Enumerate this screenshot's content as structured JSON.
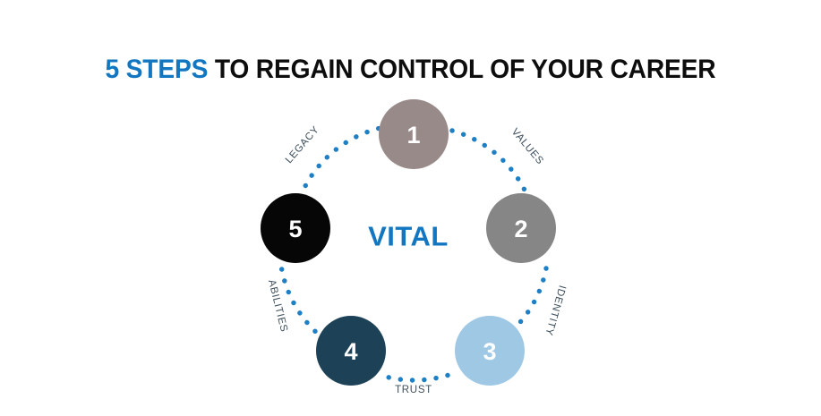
{
  "title": {
    "accent_text": "5 STEPS",
    "plain_text": " TO REGAIN CONTROL OF YOUR CAREER",
    "accent_color": "#1277c0",
    "plain_color": "#0d0d0d"
  },
  "diagram": {
    "type": "cycle-pentagon",
    "center_label": "VITAL",
    "center_label_color": "#1277c0",
    "connector_color": "#1f7fc4",
    "connector_style": "dotted",
    "label_color": "#3d4f5c",
    "nodes": [
      {
        "number": "1",
        "color": "#998a8a",
        "number_color": "#ffffff"
      },
      {
        "number": "2",
        "color": "#868686",
        "number_color": "#ffffff"
      },
      {
        "number": "3",
        "color": "#9fc8e5",
        "number_color": "#ffffff"
      },
      {
        "number": "4",
        "color": "#1d4258",
        "number_color": "#ffffff"
      },
      {
        "number": "5",
        "color": "#060606",
        "number_color": "#ffffff"
      }
    ],
    "spokes": [
      {
        "label": "VALUES",
        "between": "1-2"
      },
      {
        "label": "IDENTITY",
        "between": "2-3"
      },
      {
        "label": "TRUST",
        "between": "3-4"
      },
      {
        "label": "ABILITIES",
        "between": "4-5"
      },
      {
        "label": "LEGACY",
        "between": "5-1"
      }
    ]
  }
}
